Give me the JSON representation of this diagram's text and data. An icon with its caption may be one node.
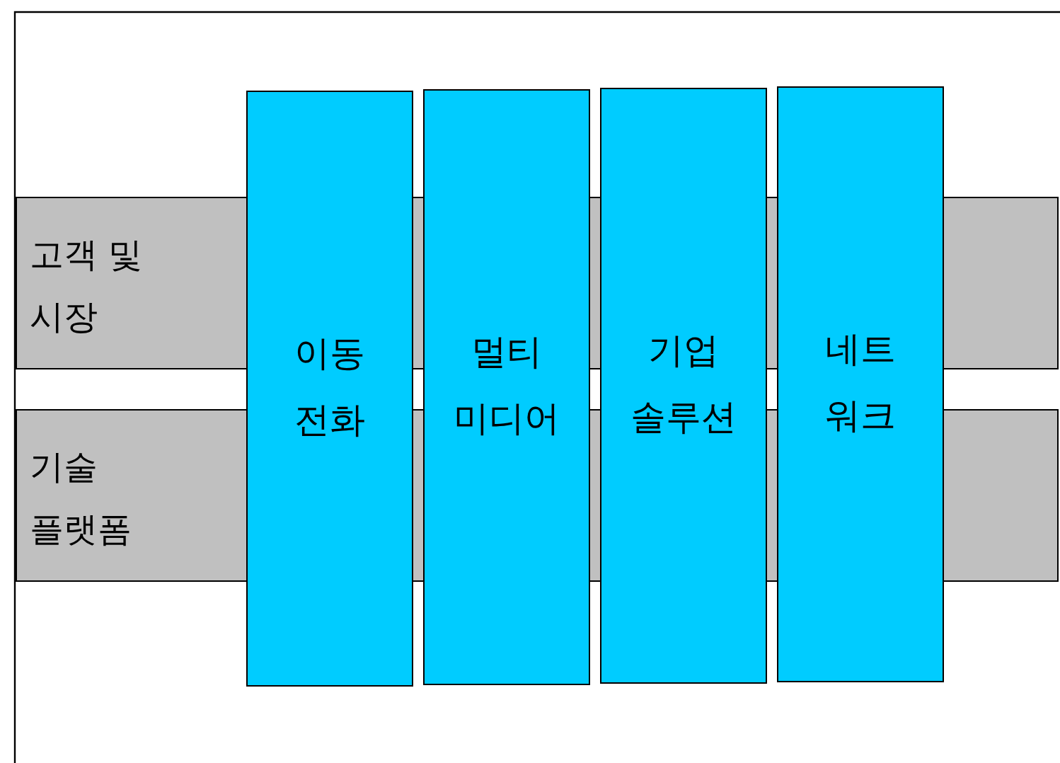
{
  "diagram": {
    "nodes": [
      {
        "text": [
          "고객 및 시장"
        ]
      },
      {
        "text": [
          "기술 플랫폼"
        ]
      },
      {
        "text": [
          "이동 전화"
        ]
      },
      {
        "text": [
          "멀티 미디어"
        ]
      },
      {
        "text": [
          "기업 솔루션"
        ]
      },
      {
        "text": [
          "네트 워크"
        ]
      }
    ]
  }
}
